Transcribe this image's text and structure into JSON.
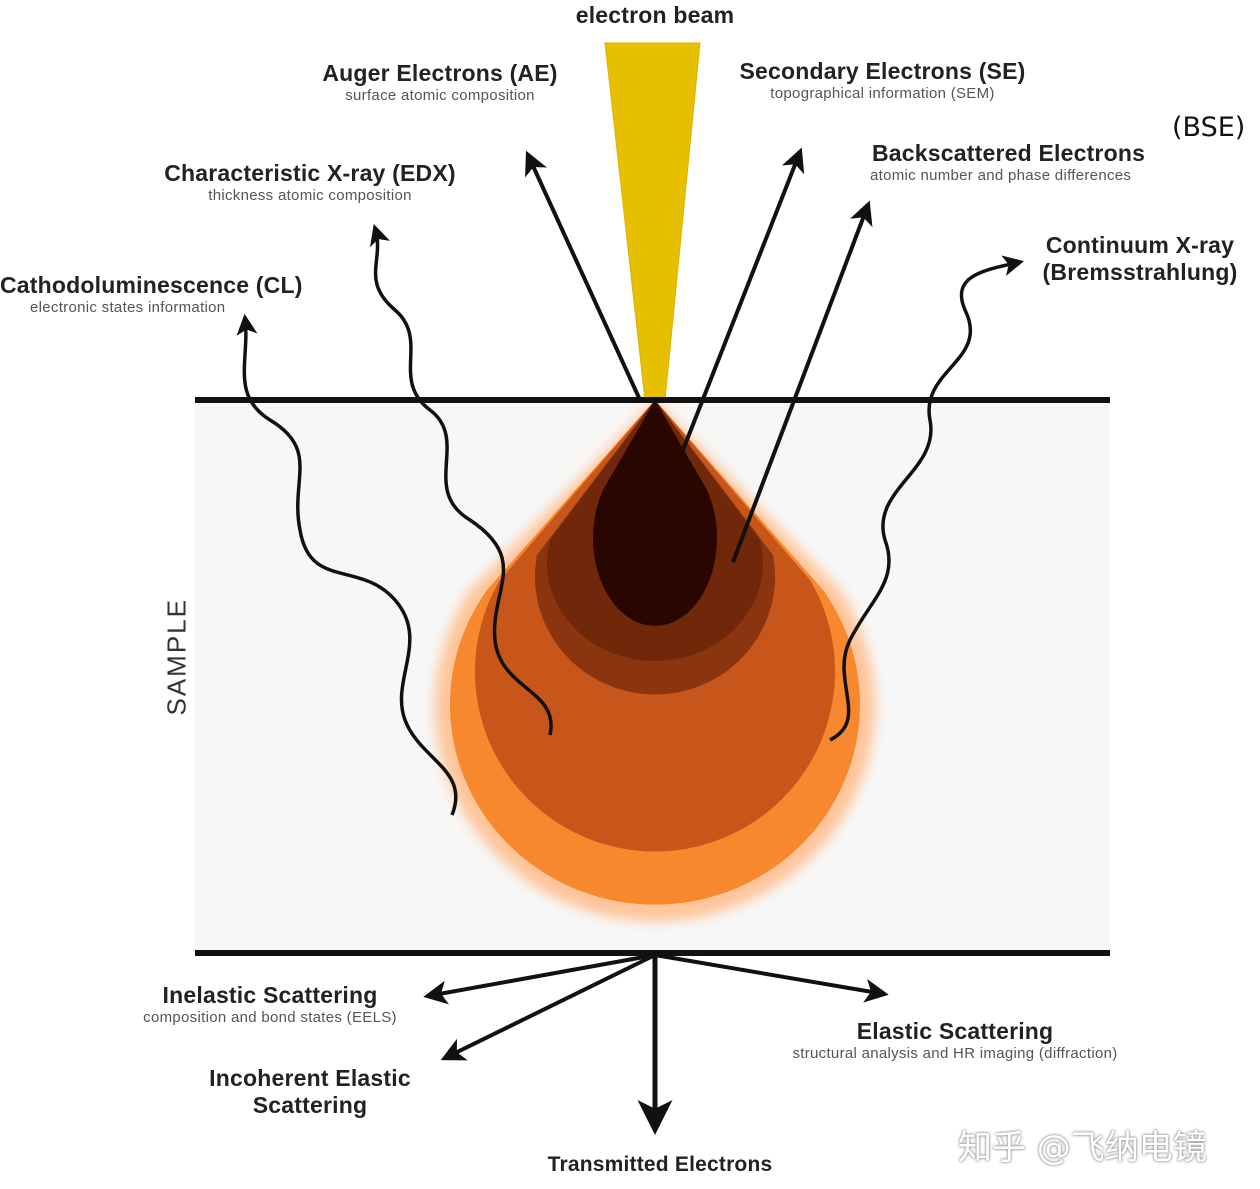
{
  "beam": {
    "label": "electron beam"
  },
  "sample": {
    "label": "SAMPLE"
  },
  "signals": {
    "auger": {
      "title": "Auger Electrons (AE)",
      "desc": "surface atomic composition"
    },
    "secondary": {
      "title": "Secondary Electrons (SE)",
      "desc": "topographical information (SEM)"
    },
    "backscattered": {
      "title": "Backscattered Electrons",
      "suffix": "(BSE)",
      "desc": "atomic number and phase differences"
    },
    "edx": {
      "title": "Characteristic X-ray (EDX)",
      "desc": "thickness atomic composition"
    },
    "cl": {
      "title": "Cathodoluminescence (CL)",
      "desc": "electronic states information"
    },
    "continuum": {
      "title_line1": "Continuum X-ray",
      "title_line2": "(Bremsstrahlung)"
    }
  },
  "transmitted": {
    "inelastic": {
      "title": "Inelastic Scattering",
      "desc": "composition and bond states (EELS)"
    },
    "incoherent": {
      "title_line1": "Incoherent Elastic",
      "title_line2": "Scattering"
    },
    "elastic": {
      "title": "Elastic Scattering",
      "desc": "structural analysis and HR imaging (diffraction)"
    },
    "direct": {
      "title": "Transmitted Electrons"
    }
  },
  "watermark": "知乎 @飞纳电镜",
  "colors": {
    "beam": "#e6c000",
    "outer_glow": "#ffc49a",
    "orange": "#f7882d",
    "mid_orange": "#c8551a",
    "brown": "#8a3510",
    "dark_brown": "#5c1d06",
    "core": "#2a0600",
    "sample_bg": "#f7f7f7"
  }
}
